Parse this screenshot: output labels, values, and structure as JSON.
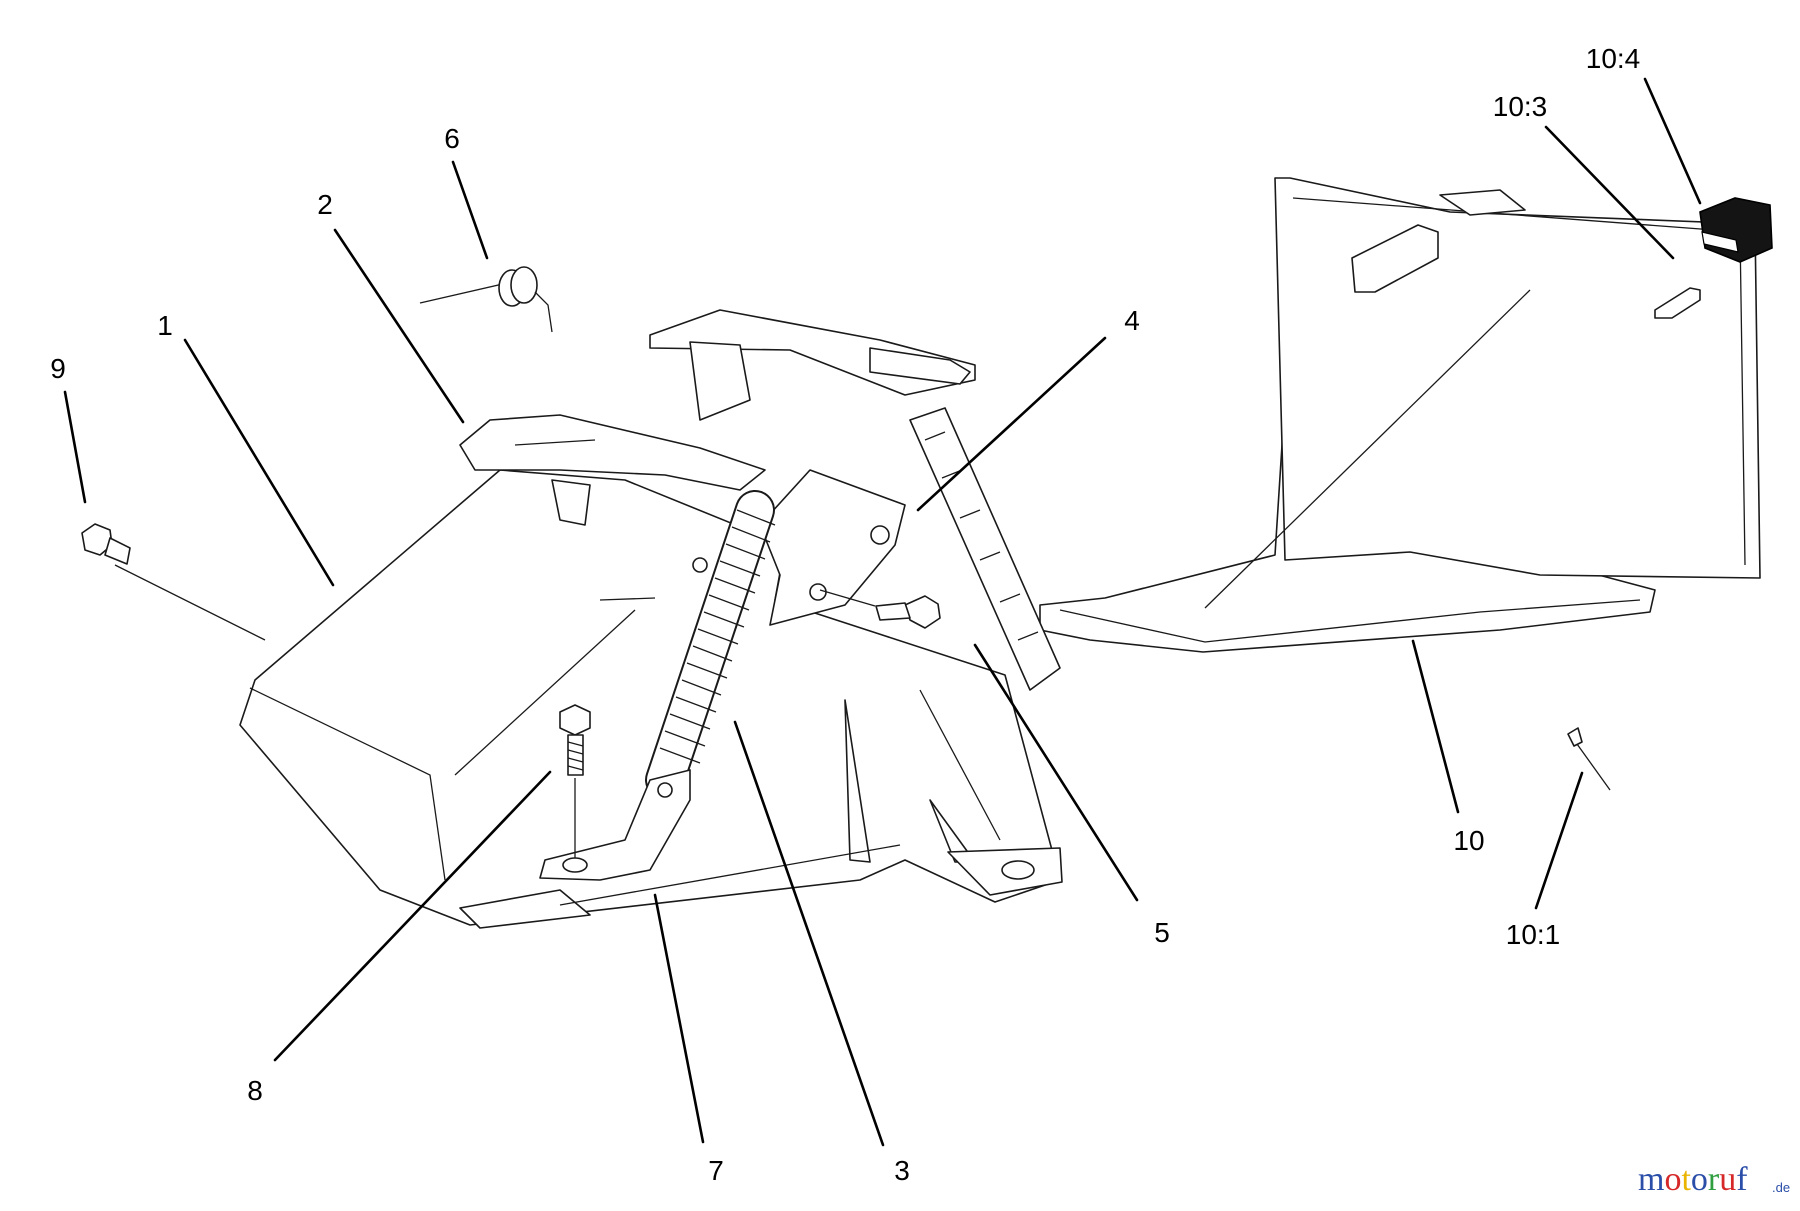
{
  "diagram": {
    "callouts": {
      "p1": "1",
      "p2": "2",
      "p3": "3",
      "p4": "4",
      "p5": "5",
      "p6": "6",
      "p7": "7",
      "p8": "8",
      "p9": "9",
      "p10": "10",
      "p10_1": "10:1",
      "p10_3": "10:3",
      "p10_4": "10:4"
    }
  },
  "watermark": {
    "brand": "motoruf",
    "suffix": ".de",
    "colors": [
      "#2b4fa8",
      "#d62828",
      "#e9b500",
      "#2b4fa8",
      "#2e9e3e",
      "#d62828",
      "#2b4fa8"
    ]
  }
}
